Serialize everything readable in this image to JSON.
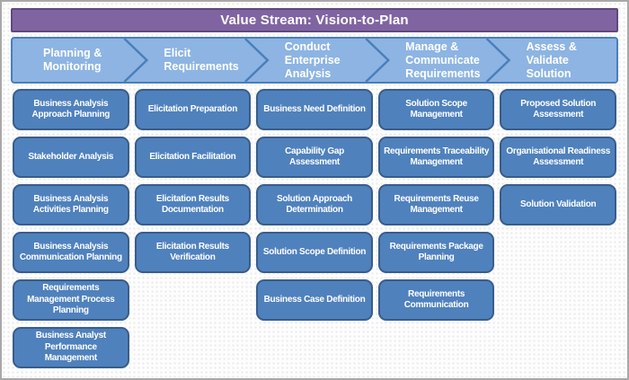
{
  "title": "Value Stream: Vision-to-Plan",
  "colors": {
    "title_fill": "#8064A2",
    "title_border": "#5F497A",
    "phase_band_fill": "#8DB4E2",
    "phase_band_border": "#4A7EBB",
    "task_fill": "#4F81BD",
    "task_border": "#385D8A",
    "text": "#FFFFFF"
  },
  "phases": [
    {
      "label": "Planning & Monitoring",
      "tasks": [
        "Business Analysis Approach Planning",
        "Stakeholder Analysis",
        "Business Analysis Activities Planning",
        "Business Analysis Communication Planning",
        "Requirements Management Process Planning",
        "Business Analyst Performance Management"
      ]
    },
    {
      "label": "Elicit Requirements",
      "tasks": [
        "Elicitation Preparation",
        "Elicitation Facilitation",
        "Elicitation Results Documentation",
        "Elicitation Results Verification"
      ]
    },
    {
      "label": "Conduct Enterprise Analysis",
      "tasks": [
        "Business Need Definition",
        "Capability Gap Assessment",
        "Solution Approach Determination",
        "Solution Scope Definition",
        "Business Case Definition"
      ]
    },
    {
      "label": "Manage & Communicate Requirements",
      "tasks": [
        "Solution Scope Management",
        "Requirements Traceability Management",
        "Requirements Reuse Management",
        "Requirements Package Planning",
        "Requirements Communication"
      ]
    },
    {
      "label": "Assess & Validate Solution",
      "tasks": [
        "Proposed Solution Assessment",
        "Organisational Readiness Assessment",
        "Solution Validation"
      ]
    }
  ]
}
